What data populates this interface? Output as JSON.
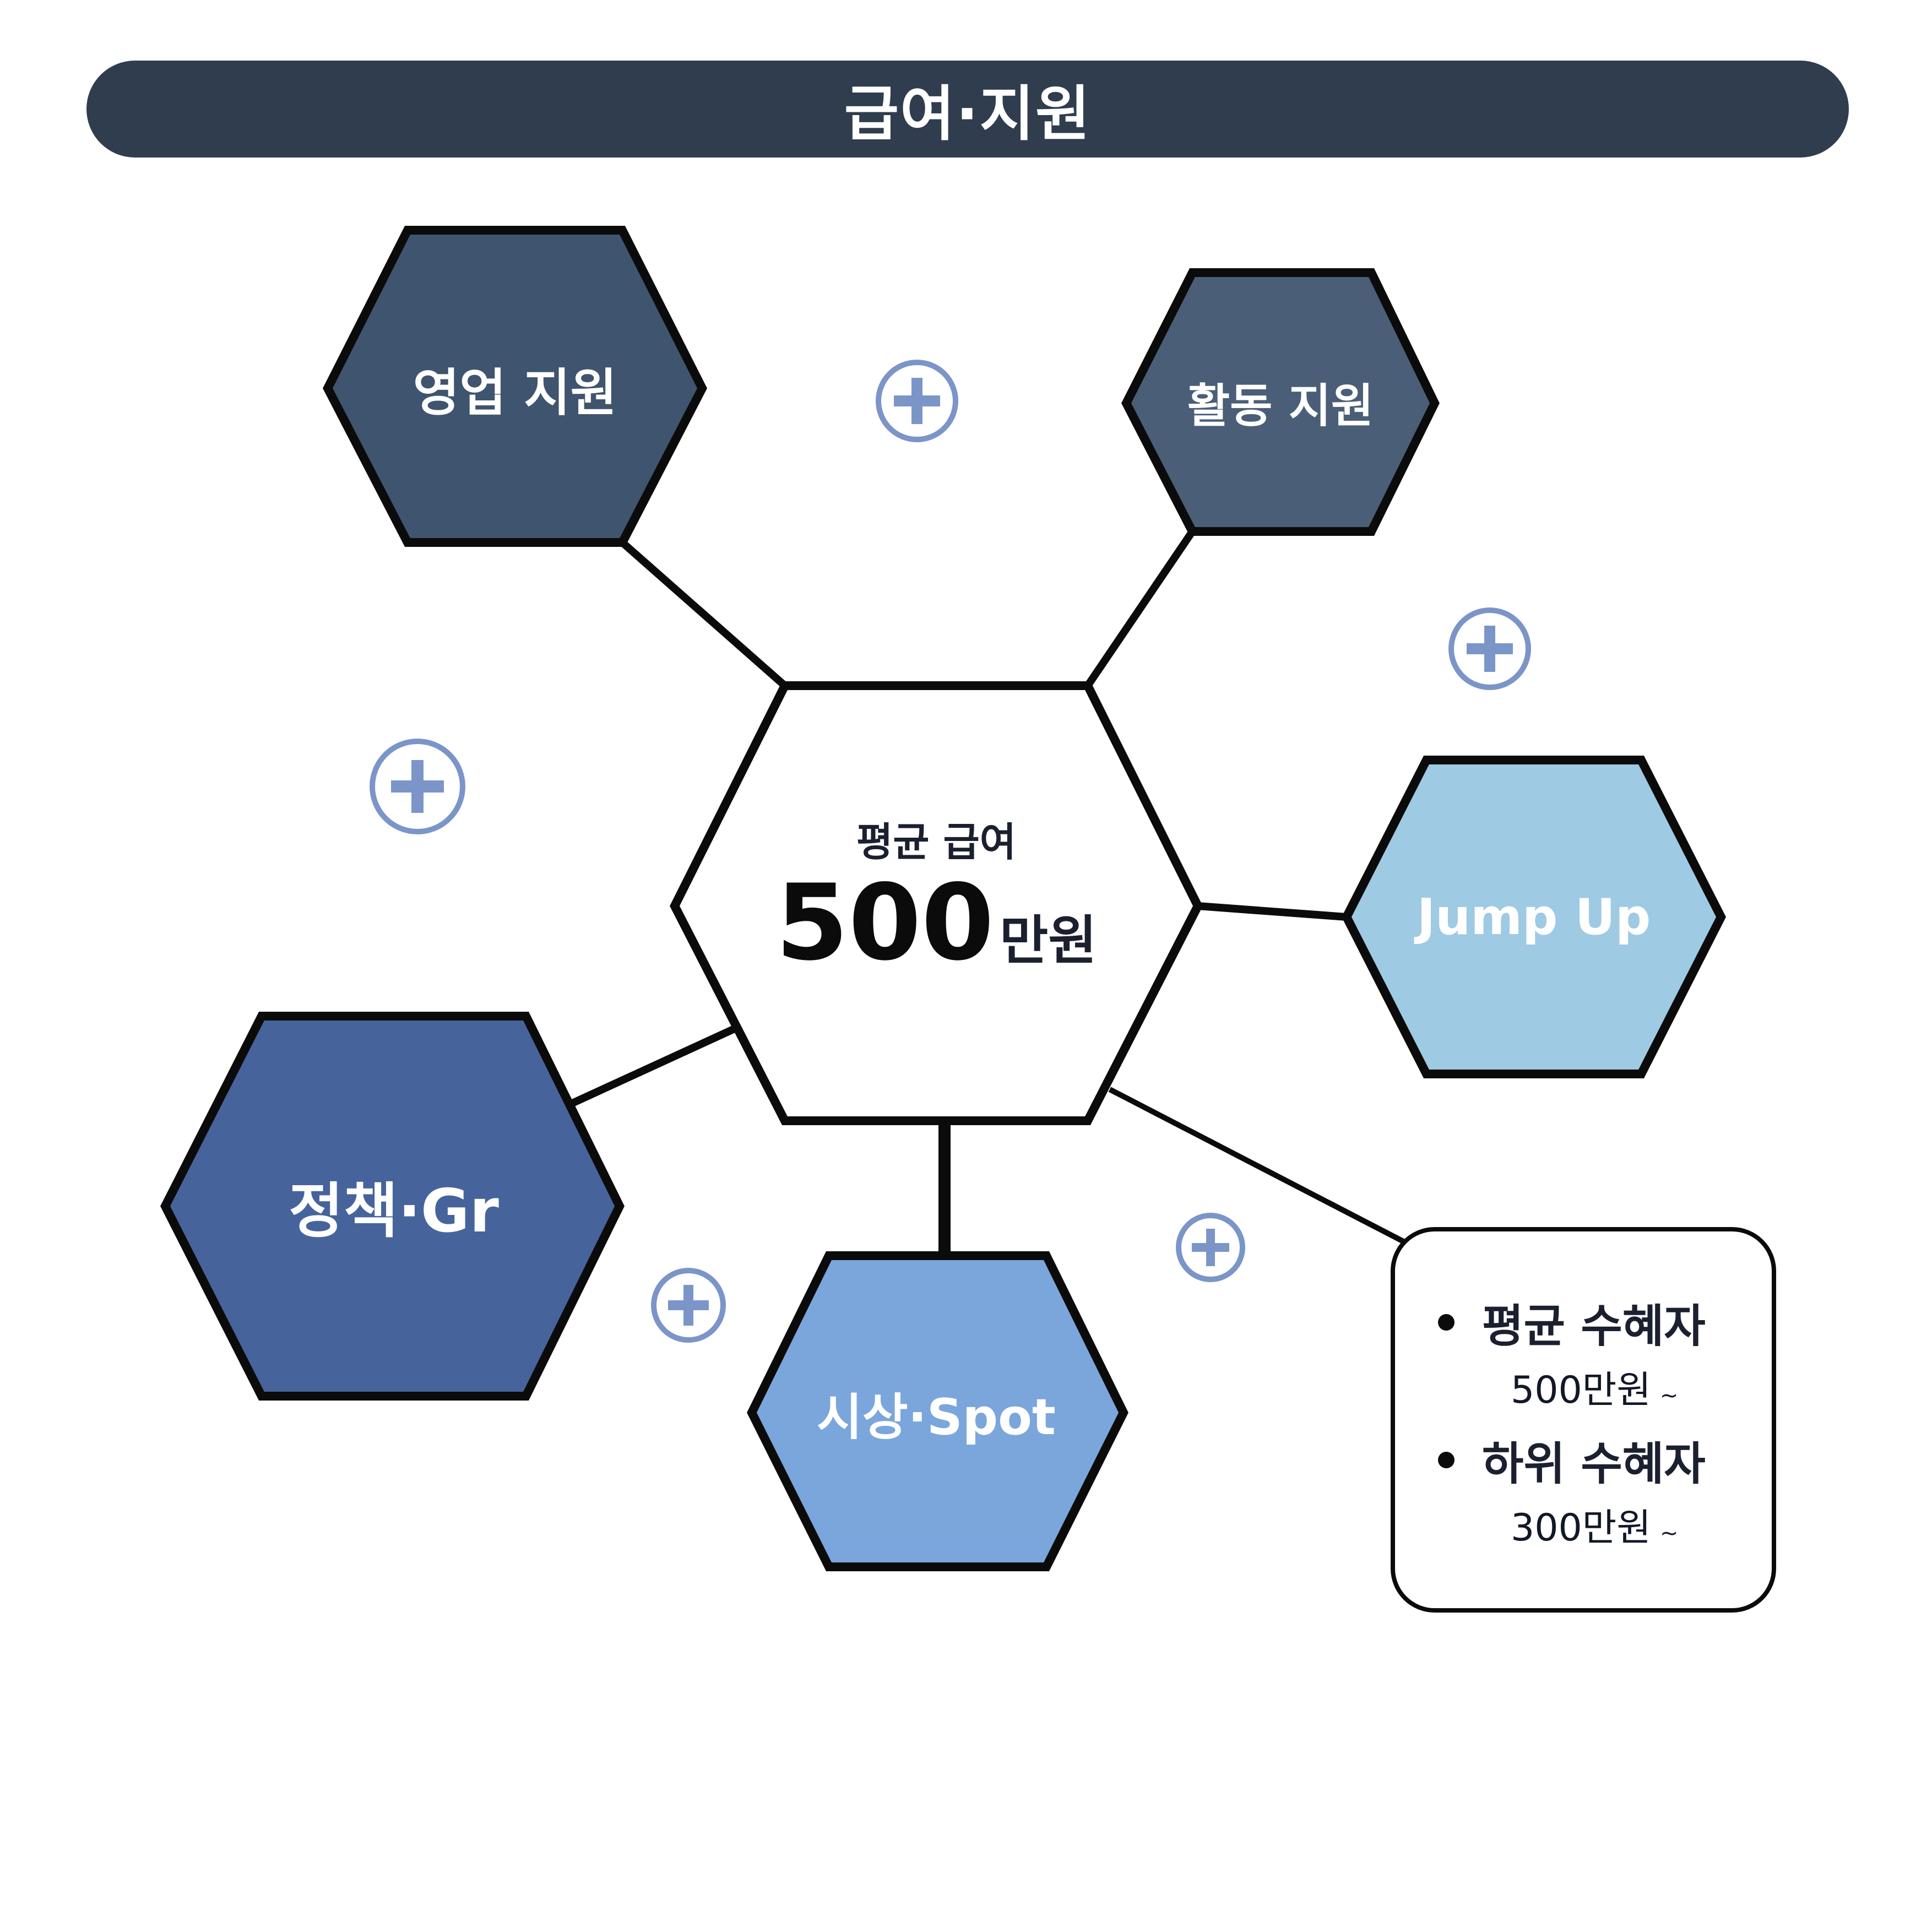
{
  "header": {
    "title": "급여·지원"
  },
  "center": {
    "caption": "평균 급여",
    "value": "500",
    "unit": "만원"
  },
  "nodes": {
    "sales_support": "영업 지원",
    "activity_support": "활동 지원",
    "jump_up": "Jump Up",
    "policy_gr": "정책·Gr",
    "award_spot": "시상·Spot"
  },
  "info_box": {
    "items": [
      {
        "label": "평균 수혜자",
        "value": "500만원",
        "suffix": "~"
      },
      {
        "label": "하위 수혜자",
        "value": "300만원",
        "suffix": "~"
      }
    ]
  },
  "colors": {
    "title_bar": "#2f3d4e",
    "sales_support": "#3f546e",
    "activity_support": "#4a5e77",
    "jump_up": "#9ecae3",
    "policy_gr": "#46649b",
    "award_spot": "#7aa6dc",
    "plus_icon": "#7b95c9",
    "outline": "#0b0b0b"
  },
  "icons": {
    "plus": "plus-circle-icon"
  }
}
